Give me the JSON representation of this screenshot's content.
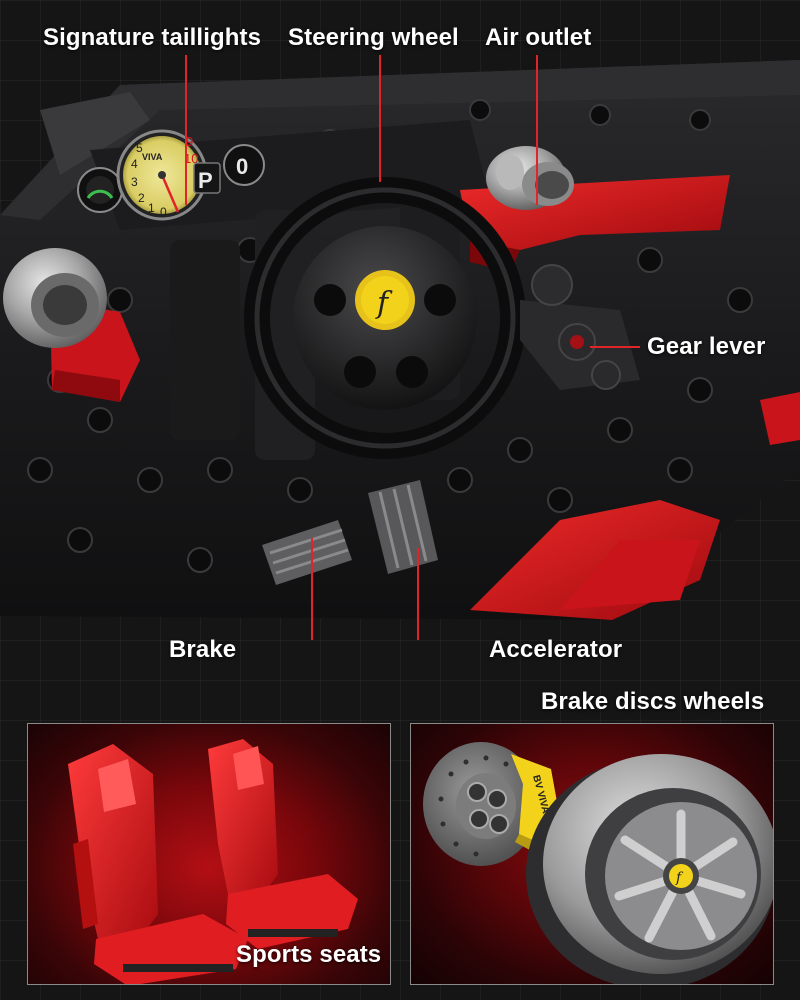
{
  "labels": {
    "signature_taillights": "Signature taillights",
    "steering_wheel": "Steering wheel",
    "air_outlet": "Air outlet",
    "gear_lever": "Gear lever",
    "brake": "Brake",
    "accelerator": "Accelerator",
    "brake_discs_wheels": "Brake discs wheels",
    "sports_seats": "Sports seats"
  },
  "dashboard": {
    "gauge_brand": "VIVA",
    "gauge_numerals": [
      "5",
      "4",
      "3",
      "2",
      "1",
      "0",
      "9",
      "10"
    ],
    "gear_indicator": "P",
    "speed_readout": "0"
  },
  "caliper_text": "BV VIVA",
  "colors": {
    "accent_red": "#d8141b",
    "leader_line": "#e0242a",
    "label_text": "#ffffff",
    "caliper_yellow": "#f2d21b"
  }
}
